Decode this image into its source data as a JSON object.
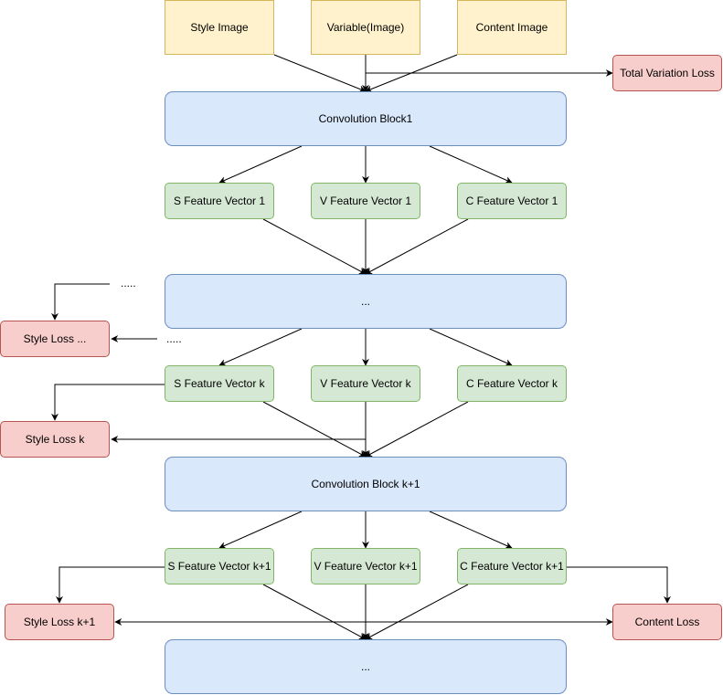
{
  "inputs": {
    "style_image": "Style Image",
    "variable_image": "Variable(Image)",
    "content_image": "Content Image"
  },
  "losses": {
    "total_variation": "Total Variation Loss",
    "style_loss_ellipsis": "Style Loss ...",
    "style_loss_k": "Style Loss k",
    "style_loss_k1": "Style Loss k+1",
    "content_loss": "Content Loss"
  },
  "blocks": {
    "block1": "Convolution Block1",
    "block_ellipsis_mid": "...",
    "block_k1": "Convolution Block k+1",
    "block_ellipsis_bottom": "..."
  },
  "features": {
    "s1": "S Feature Vector 1",
    "v1": "V Feature Vector 1",
    "c1": "C Feature Vector 1",
    "sk": "S Feature Vector k",
    "vk": "V Feature Vector k",
    "ck": "C Feature Vector k",
    "sk1": "S Feature Vector k+1",
    "vk1": "V Feature Vector k+1",
    "ck1": "C Feature Vector k+1"
  },
  "annotations": {
    "dots_top": ".....",
    "dots_mid": "....."
  }
}
